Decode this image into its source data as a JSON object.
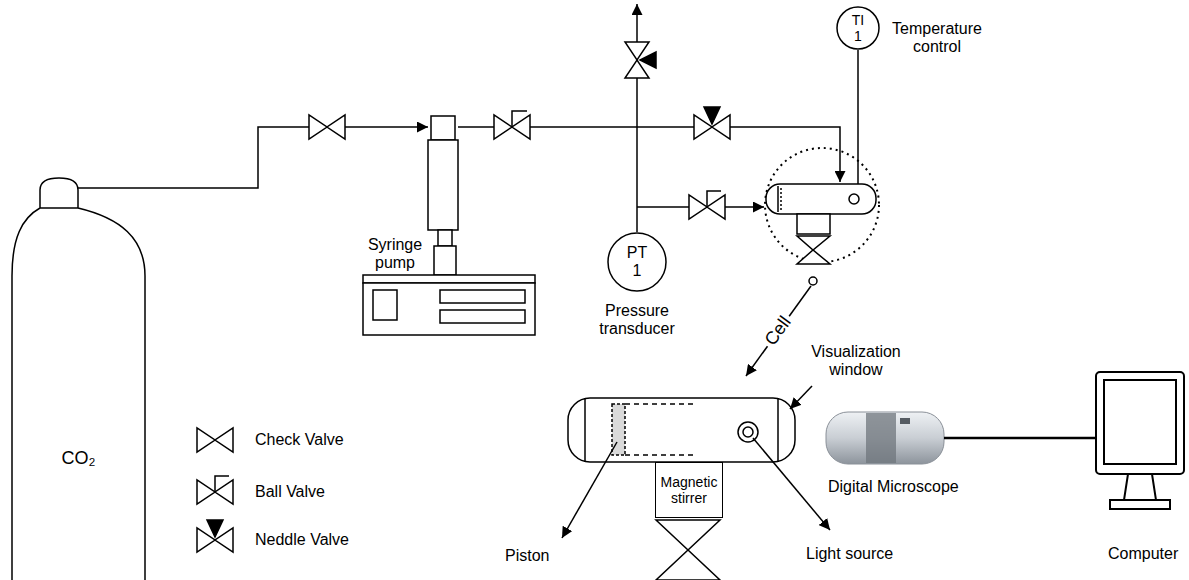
{
  "diagram": {
    "nodes": [
      {
        "text": [
          "CO₂"
        ]
      },
      {
        "text": [
          "TI",
          "1"
        ]
      },
      {
        "text": [
          "PT",
          "1"
        ]
      },
      {
        "text": [
          "Magnetic stirrer"
        ]
      }
    ],
    "labels": [
      "Syringe pump",
      "Pressure transducer",
      "Temperature control",
      "Cell",
      "Visualization window",
      "Piston",
      "Light source",
      "Digital Microscope",
      "Computer"
    ],
    "legend": [
      {
        "text": "Check Valve"
      },
      {
        "text": "Ball Valve"
      },
      {
        "text": "Neddle Valve"
      }
    ]
  }
}
